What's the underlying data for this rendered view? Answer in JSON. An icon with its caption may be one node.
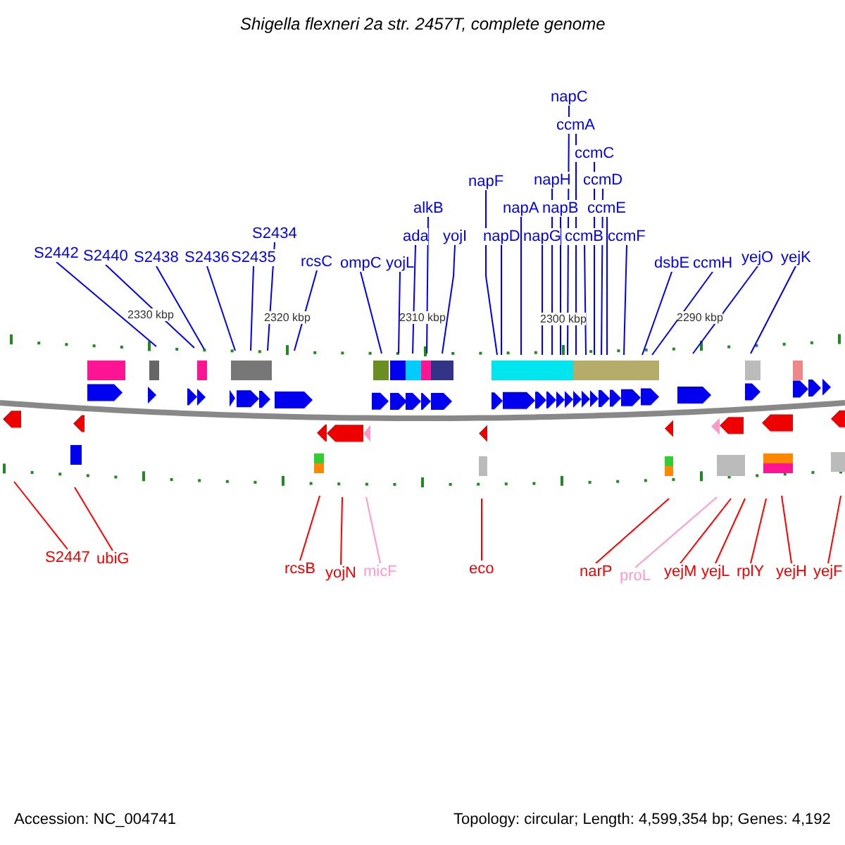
{
  "diagram": {
    "title": "Shigella flexneri 2a str. 2457T, complete genome",
    "nodes": [
      {
        "text": [
          "S2442"
        ]
      },
      {
        "text": [
          "S2440"
        ]
      },
      {
        "text": [
          "S2438"
        ]
      },
      {
        "text": [
          "S2436"
        ]
      },
      {
        "text": [
          "S2435"
        ]
      },
      {
        "text": [
          "S2434"
        ]
      },
      {
        "text": [
          "rcsC"
        ]
      },
      {
        "text": [
          "ompC"
        ]
      },
      {
        "text": [
          "yojL"
        ]
      },
      {
        "text": [
          "ada"
        ]
      },
      {
        "text": [
          "alkB"
        ]
      },
      {
        "text": [
          "yojI"
        ]
      },
      {
        "text": [
          "napF"
        ]
      },
      {
        "text": [
          "napD"
        ]
      },
      {
        "text": [
          "napA"
        ]
      },
      {
        "text": [
          "napG"
        ]
      },
      {
        "text": [
          "napH"
        ]
      },
      {
        "text": [
          "napB"
        ]
      },
      {
        "text": [
          "napC"
        ]
      },
      {
        "text": [
          "ccmA"
        ]
      },
      {
        "text": [
          "ccmB"
        ]
      },
      {
        "text": [
          "ccmC"
        ]
      },
      {
        "text": [
          "ccmD"
        ]
      },
      {
        "text": [
          "ccmE"
        ]
      },
      {
        "text": [
          "ccmF"
        ]
      },
      {
        "text": [
          "dsbE"
        ]
      },
      {
        "text": [
          "ccmH"
        ]
      },
      {
        "text": [
          "yejO"
        ]
      },
      {
        "text": [
          "yejK"
        ]
      },
      {
        "text": [
          "S2447"
        ]
      },
      {
        "text": [
          "ubiG"
        ]
      },
      {
        "text": [
          "rcsB"
        ]
      },
      {
        "text": [
          "yojN"
        ]
      },
      {
        "text": [
          "micF"
        ]
      },
      {
        "text": [
          "eco"
        ]
      },
      {
        "text": [
          "narP"
        ]
      },
      {
        "text": [
          "proL"
        ]
      },
      {
        "text": [
          "yejM"
        ]
      },
      {
        "text": [
          "yejL"
        ]
      },
      {
        "text": [
          "rplY"
        ]
      },
      {
        "text": [
          "yejH"
        ]
      },
      {
        "text": [
          "yejF"
        ]
      }
    ],
    "edges": [
      {
        "from": 0,
        "to": null,
        "arrow": "none"
      },
      {
        "from": 1,
        "to": null,
        "arrow": "none"
      },
      {
        "from": 2,
        "to": null,
        "arrow": "none"
      },
      {
        "from": 3,
        "to": null,
        "arrow": "none"
      },
      {
        "from": 4,
        "to": null,
        "arrow": "none"
      },
      {
        "from": 5,
        "to": null,
        "arrow": "none"
      },
      {
        "from": 6,
        "to": null,
        "arrow": "none"
      },
      {
        "from": 7,
        "to": null,
        "arrow": "none"
      },
      {
        "from": 8,
        "to": null,
        "arrow": "none"
      },
      {
        "from": 9,
        "to": null,
        "arrow": "none"
      },
      {
        "from": 10,
        "to": null,
        "arrow": "none"
      },
      {
        "from": 11,
        "to": null,
        "arrow": "none"
      },
      {
        "from": 12,
        "to": null,
        "arrow": "none"
      },
      {
        "from": 13,
        "to": null,
        "arrow": "none"
      },
      {
        "from": 14,
        "to": null,
        "arrow": "none"
      },
      {
        "from": 15,
        "to": null,
        "arrow": "none"
      },
      {
        "from": 16,
        "to": null,
        "arrow": "none"
      },
      {
        "from": 17,
        "to": null,
        "arrow": "none"
      },
      {
        "from": 18,
        "to": null,
        "arrow": "none"
      },
      {
        "from": 19,
        "to": null,
        "arrow": "none"
      },
      {
        "from": 20,
        "to": null,
        "arrow": "none"
      },
      {
        "from": 21,
        "to": null,
        "arrow": "none"
      },
      {
        "from": 22,
        "to": null,
        "arrow": "none"
      },
      {
        "from": 23,
        "to": null,
        "arrow": "none"
      },
      {
        "from": 24,
        "to": null,
        "arrow": "none"
      },
      {
        "from": 25,
        "to": null,
        "arrow": "none"
      },
      {
        "from": 26,
        "to": null,
        "arrow": "none"
      },
      {
        "from": 27,
        "to": null,
        "arrow": "none"
      },
      {
        "from": 28,
        "to": null,
        "arrow": "none"
      },
      {
        "from": 29,
        "to": null,
        "arrow": "none",
        "color": "#ff0000"
      },
      {
        "from": 30,
        "to": null,
        "arrow": "none",
        "color": "#ff0000"
      },
      {
        "from": 31,
        "to": null,
        "arrow": "none",
        "color": "#ff0000"
      },
      {
        "from": 32,
        "to": null,
        "arrow": "none",
        "color": "#ff0000"
      },
      {
        "from": 33,
        "to": null,
        "arrow": "none",
        "color": "#ff99cc"
      },
      {
        "from": 34,
        "to": null,
        "arrow": "none",
        "color": "#ff0000"
      },
      {
        "from": 35,
        "to": null,
        "arrow": "none",
        "color": "#ff0000"
      },
      {
        "from": 36,
        "to": null,
        "arrow": "none",
        "color": "#ff99cc"
      },
      {
        "from": 37,
        "to": null,
        "arrow": "none",
        "color": "#ff0000"
      },
      {
        "from": 38,
        "to": null,
        "arrow": "none",
        "color": "#ff0000"
      },
      {
        "from": 39,
        "to": null,
        "arrow": "none",
        "color": "#ff0000"
      },
      {
        "from": 40,
        "to": null,
        "arrow": "none",
        "color": "#ff0000"
      },
      {
        "from": 41,
        "to": null,
        "arrow": "none",
        "color": "#ff0000"
      }
    ],
    "labels": [
      "2330 kbp",
      "2320 kbp",
      "2310 kbp",
      "2300 kbp",
      "2290 kbp",
      "Accession: NC_004741",
      "Topology: circular; Length: 4,599,354 bp; Genes: 4,192"
    ]
  }
}
